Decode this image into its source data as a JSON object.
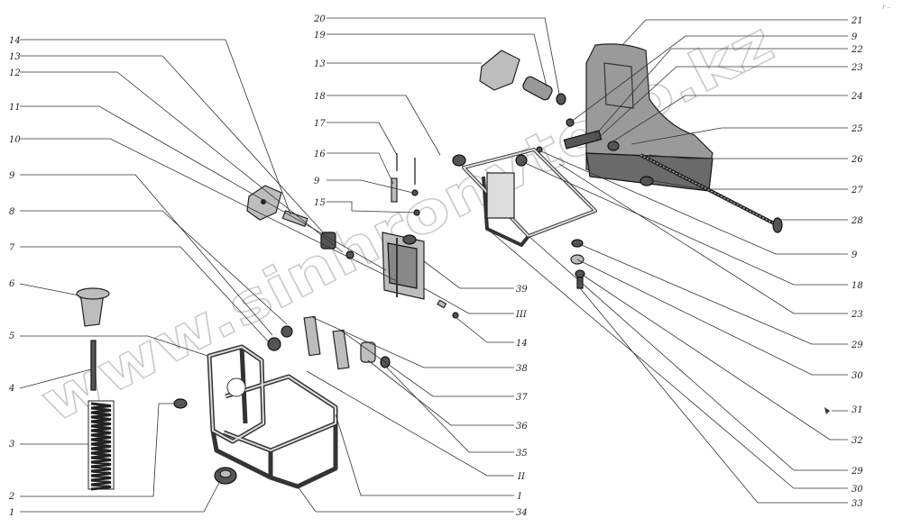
{
  "watermark": "www.sinhronvtoro.kz",
  "corner_mark": "r –",
  "labels": [
    {
      "name": "label-14",
      "text": "14"
    },
    {
      "name": "label-13",
      "text": "13"
    },
    {
      "name": "label-12",
      "text": "12"
    },
    {
      "name": "label-11",
      "text": "11"
    },
    {
      "name": "label-10",
      "text": "10"
    },
    {
      "name": "label-9",
      "text": "9"
    },
    {
      "name": "label-8",
      "text": "8"
    },
    {
      "name": "label-7",
      "text": "7"
    },
    {
      "name": "label-6",
      "text": "6"
    },
    {
      "name": "label-5",
      "text": "5"
    },
    {
      "name": "label-4",
      "text": "4"
    },
    {
      "name": "label-3",
      "text": "3"
    },
    {
      "name": "label-2",
      "text": "2"
    },
    {
      "name": "label-1",
      "text": "1"
    },
    {
      "name": "label-20",
      "text": "20"
    },
    {
      "name": "label-19",
      "text": "19"
    },
    {
      "name": "label-13-top",
      "text": "13"
    },
    {
      "name": "label-18-top",
      "text": "18"
    },
    {
      "name": "label-17",
      "text": "17"
    },
    {
      "name": "label-16",
      "text": "16"
    },
    {
      "name": "label-9-mid",
      "text": "9"
    },
    {
      "name": "label-15",
      "text": "15"
    },
    {
      "name": "label-21",
      "text": "21"
    },
    {
      "name": "label-9-right",
      "text": "9"
    },
    {
      "name": "label-22",
      "text": "22"
    },
    {
      "name": "label-23-top",
      "text": "23"
    },
    {
      "name": "label-24",
      "text": "24"
    },
    {
      "name": "label-25",
      "text": "25"
    },
    {
      "name": "label-26",
      "text": "26"
    },
    {
      "name": "label-27",
      "text": "27"
    },
    {
      "name": "label-28",
      "text": "28"
    },
    {
      "name": "label-9-right2",
      "text": "9"
    },
    {
      "name": "label-18-right",
      "text": "18"
    },
    {
      "name": "label-23-right",
      "text": "23"
    },
    {
      "name": "label-29-right",
      "text": "29"
    },
    {
      "name": "label-30-right",
      "text": "30"
    },
    {
      "name": "label-31",
      "text": "31"
    },
    {
      "name": "label-32",
      "text": "32"
    },
    {
      "name": "label-29-bottom",
      "text": "29"
    },
    {
      "name": "label-30-bottom",
      "text": "30"
    },
    {
      "name": "label-33",
      "text": "33"
    },
    {
      "name": "label-39",
      "text": "39"
    },
    {
      "name": "label-iii",
      "text": "III"
    },
    {
      "name": "label-14-mid",
      "text": "14"
    },
    {
      "name": "label-38",
      "text": "38"
    },
    {
      "name": "label-37",
      "text": "37"
    },
    {
      "name": "label-36",
      "text": "36"
    },
    {
      "name": "label-35",
      "text": "35"
    },
    {
      "name": "label-ii",
      "text": "II"
    },
    {
      "name": "label-i",
      "text": "I"
    },
    {
      "name": "label-34",
      "text": "34"
    }
  ]
}
